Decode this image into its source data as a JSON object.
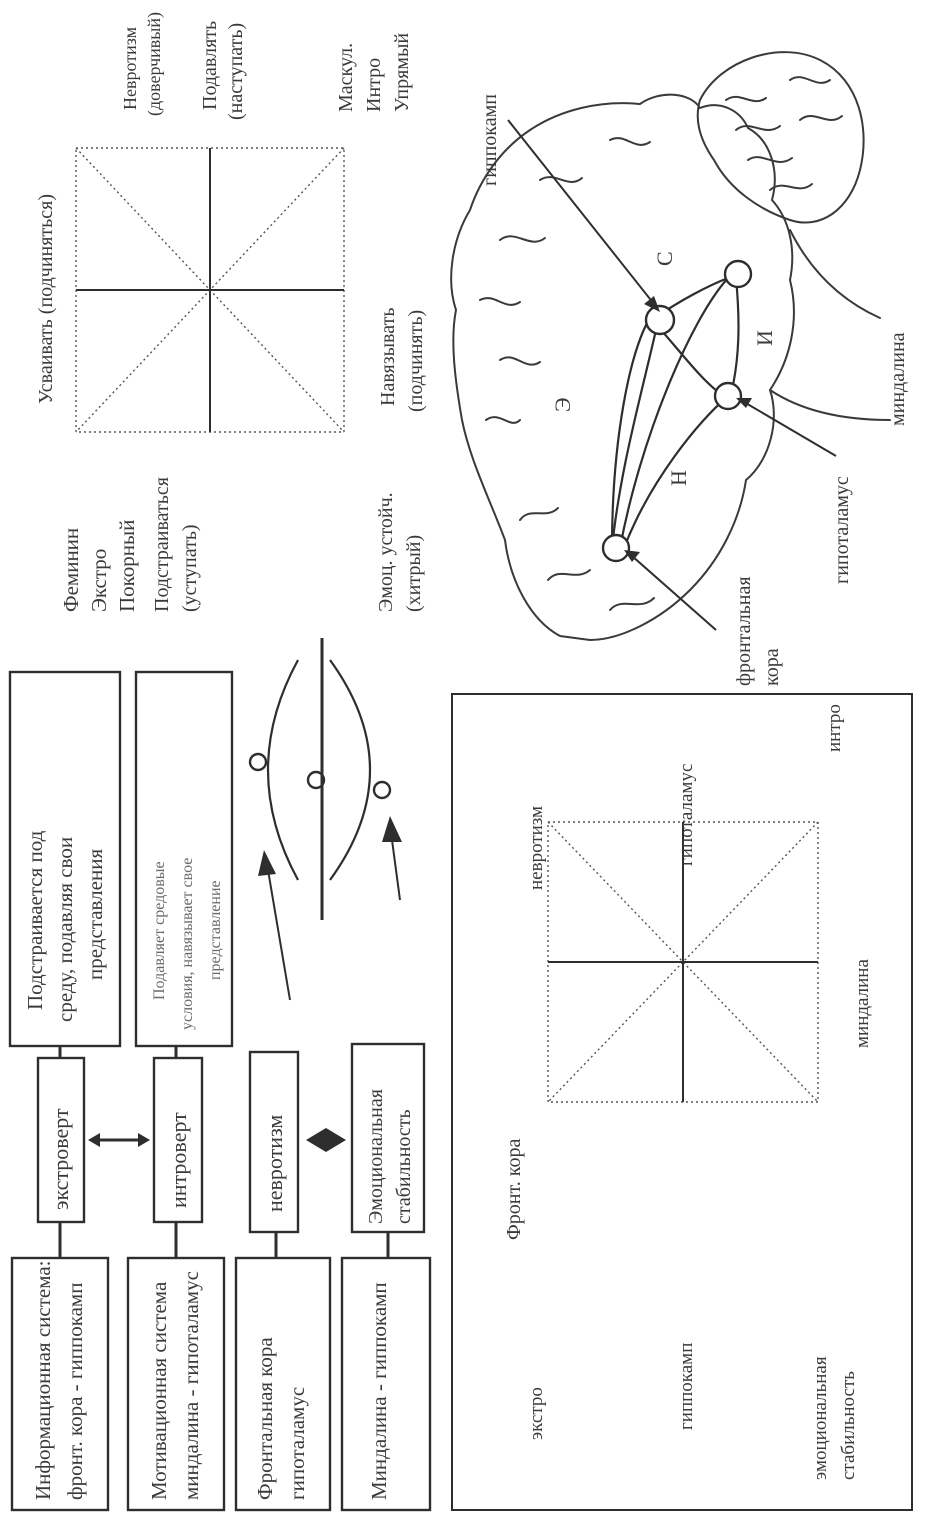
{
  "left_column": {
    "systems": [
      {
        "line1": "Информационная система:",
        "line2": "фронт. кора - гиппокамп"
      },
      {
        "line1": "Мотивационная          система",
        "line2": "миндалина - гипоталамус"
      },
      {
        "line1": "Фронтальная          кора",
        "line2": "гипоталамус"
      },
      {
        "line1": "Миндалина - гиппокамп"
      }
    ],
    "traits": [
      {
        "line1": "экстроверт"
      },
      {
        "line1": "интроверт"
      },
      {
        "line1": "невротизм"
      },
      {
        "line1": "Эмоциональная",
        "line2": "стабильность"
      }
    ],
    "descriptions": [
      {
        "line1": "Подстраивается под",
        "line2": "среду, подавляя свои",
        "line3": "представления"
      },
      {
        "line1": "Подавляет средовые",
        "line2": "условия, навязывает свое",
        "line3": "представление"
      }
    ]
  },
  "lower_square": {
    "top": "Фронт. кора",
    "bottom": "миндалина",
    "left": "гиппокамп",
    "right": "гипоталамус",
    "corner_tl": "экстро",
    "corner_tr": "невротизм",
    "corner_bl": "эмоциональная стабильность",
    "corner_bl_line1": "эмоциональная",
    "corner_bl_line2": "стабильность",
    "corner_br": "интро"
  },
  "upper_square": {
    "top": "Усваивать (подчиняться)",
    "left_1": "Подстраиваться",
    "left_2": "(уступать)",
    "right_1": "Подавлять",
    "right_2": "(наступать)",
    "bottom_1": "Навязывать",
    "bottom_2": "(подчинять)",
    "corner_tl_1": "Феминин",
    "corner_tl_2": "Экстро",
    "corner_tl_3": "Покорный",
    "corner_tr_1": "Невротизм",
    "corner_tr_2": "(доверчивый)",
    "corner_bl_1": "Эмоц.       устойч.",
    "corner_bl_2": "(хитрый)",
    "corner_br_1": "Маскул.",
    "corner_br_2": "Интро",
    "corner_br_3": "Упрямый"
  },
  "brain": {
    "label_hippocampus": "гиппокамп",
    "label_frontal_1": "фронтальная",
    "label_frontal_2": "кора",
    "label_hypothalamus": "гипоталамус",
    "label_amygdala": "миндалина",
    "letter_c": "С",
    "letter_e": "Э",
    "letter_n": "Н",
    "letter_i": "И"
  }
}
